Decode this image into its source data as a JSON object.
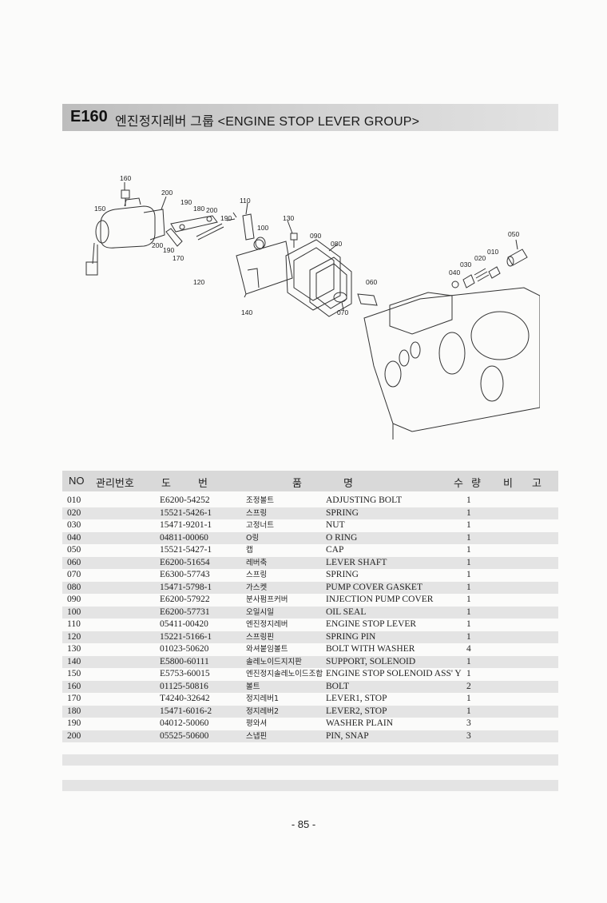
{
  "header": {
    "code": "E160",
    "title": "엔진정지레버 그룹 <ENGINE STOP LEVER GROUP>"
  },
  "diagram": {
    "callouts": [
      "160",
      "200",
      "190",
      "180",
      "200",
      "150",
      "190",
      "200",
      "190",
      "170",
      "120",
      "110",
      "130",
      "100",
      "090",
      "080",
      "140",
      "060",
      "070",
      "050",
      "010",
      "020",
      "030",
      "040"
    ]
  },
  "table": {
    "headers": [
      "NO",
      "관리번호",
      "도",
      "번",
      "품",
      "명",
      "수",
      "량",
      "비",
      "고"
    ],
    "rows": [
      {
        "no": "010",
        "part_no": "E6200-54252",
        "name_ko": "조정볼트",
        "name_en": "ADJUSTING BOLT",
        "qty": "1"
      },
      {
        "no": "020",
        "part_no": "15521-5426-1",
        "name_ko": "스프링",
        "name_en": "SPRING",
        "qty": "1"
      },
      {
        "no": "030",
        "part_no": "15471-9201-1",
        "name_ko": "고정너트",
        "name_en": "NUT",
        "qty": "1"
      },
      {
        "no": "040",
        "part_no": "04811-00060",
        "name_ko": "O링",
        "name_en": "O RING",
        "qty": "1"
      },
      {
        "no": "050",
        "part_no": "15521-5427-1",
        "name_ko": "캡",
        "name_en": "CAP",
        "qty": "1"
      },
      {
        "no": "060",
        "part_no": "E6200-51654",
        "name_ko": "레버축",
        "name_en": "LEVER SHAFT",
        "qty": "1"
      },
      {
        "no": "070",
        "part_no": "E6300-57743",
        "name_ko": "스프링",
        "name_en": "SPRING",
        "qty": "1"
      },
      {
        "no": "080",
        "part_no": "15471-5798-1",
        "name_ko": "가스켓",
        "name_en": "PUMP COVER GASKET",
        "qty": "1"
      },
      {
        "no": "090",
        "part_no": "E6200-57922",
        "name_ko": "분사펌프커버",
        "name_en": "INJECTION PUMP COVER",
        "qty": "1"
      },
      {
        "no": "100",
        "part_no": "E6200-57731",
        "name_ko": "오일시일",
        "name_en": "OIL SEAL",
        "qty": "1"
      },
      {
        "no": "110",
        "part_no": "05411-00420",
        "name_ko": "엔진정지레버",
        "name_en": "ENGINE STOP LEVER",
        "qty": "1"
      },
      {
        "no": "120",
        "part_no": "15221-5166-1",
        "name_ko": "스프링핀",
        "name_en": "SPRING PIN",
        "qty": "1"
      },
      {
        "no": "130",
        "part_no": "01023-50620",
        "name_ko": "와셔붙임볼트",
        "name_en": "BOLT WITH WASHER",
        "qty": "4"
      },
      {
        "no": "140",
        "part_no": "E5800-60111",
        "name_ko": "솔레노이드지지판",
        "name_en": "SUPPORT, SOLENOID",
        "qty": "1"
      },
      {
        "no": "150",
        "part_no": "E5753-60015",
        "name_ko": "엔진정지솔레노이드조합",
        "name_en": "ENGINE STOP SOLENOID ASS' Y",
        "qty": "1"
      },
      {
        "no": "160",
        "part_no": "01125-50816",
        "name_ko": "볼트",
        "name_en": "BOLT",
        "qty": "2"
      },
      {
        "no": "170",
        "part_no": "T4240-32642",
        "name_ko": "정지레버1",
        "name_en": "LEVER1, STOP",
        "qty": "1"
      },
      {
        "no": "180",
        "part_no": "15471-6016-2",
        "name_ko": "정지레버2",
        "name_en": "LEVER2, STOP",
        "qty": "1"
      },
      {
        "no": "190",
        "part_no": "04012-50060",
        "name_ko": "평와셔",
        "name_en": "WASHER PLAIN",
        "qty": "3"
      },
      {
        "no": "200",
        "part_no": "05525-50600",
        "name_ko": "스냅핀",
        "name_en": "PIN, SNAP",
        "qty": "3"
      }
    ]
  },
  "footer": {
    "page_number": "- 85 -"
  }
}
